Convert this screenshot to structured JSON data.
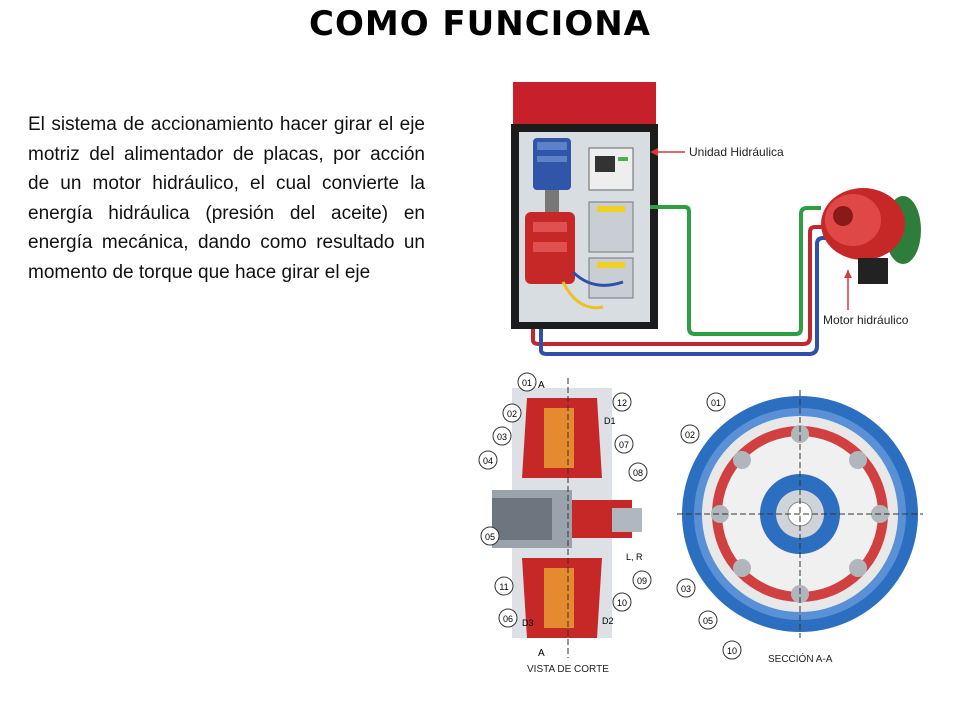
{
  "slide": {
    "title": "Como Funciona",
    "paragraph": "El sistema de accionamiento hacer girar el eje motriz del alimentador de placas, por acción de un motor hidráulico, el cual convierte la energía hidráulica (presión del aceite) en energía mecánica, dando como resultado un momento de torque que hace girar el eje"
  },
  "figure_top": {
    "label_unit": "Unidad Hidráulica",
    "label_motor": "Motor hidráulico"
  },
  "figure_bottom": {
    "left_caption": "VISTA DE CORTE",
    "right_caption": "SECCIÓN A-A",
    "section_mark": "A",
    "d1": "D1",
    "d2": "D2",
    "d3": "D3",
    "lr": "L, R",
    "left_callouts": [
      "01",
      "02",
      "03",
      "04",
      "05",
      "11",
      "06"
    ],
    "right_side_callouts": [
      "12",
      "07",
      "08",
      "09",
      "10"
    ],
    "right_callouts": [
      "01",
      "02",
      "03",
      "05",
      "10"
    ]
  },
  "colors": {
    "cabinet_red": "#c8202a",
    "cabinet_dark": "#1c1c1c",
    "hose_green": "#2e9e44",
    "hose_red": "#c0282e",
    "hose_blue": "#2f4fa8",
    "motor_red": "#c62828",
    "section_blue": "#2c6fc0",
    "pointer_red": "#d33a3a"
  }
}
